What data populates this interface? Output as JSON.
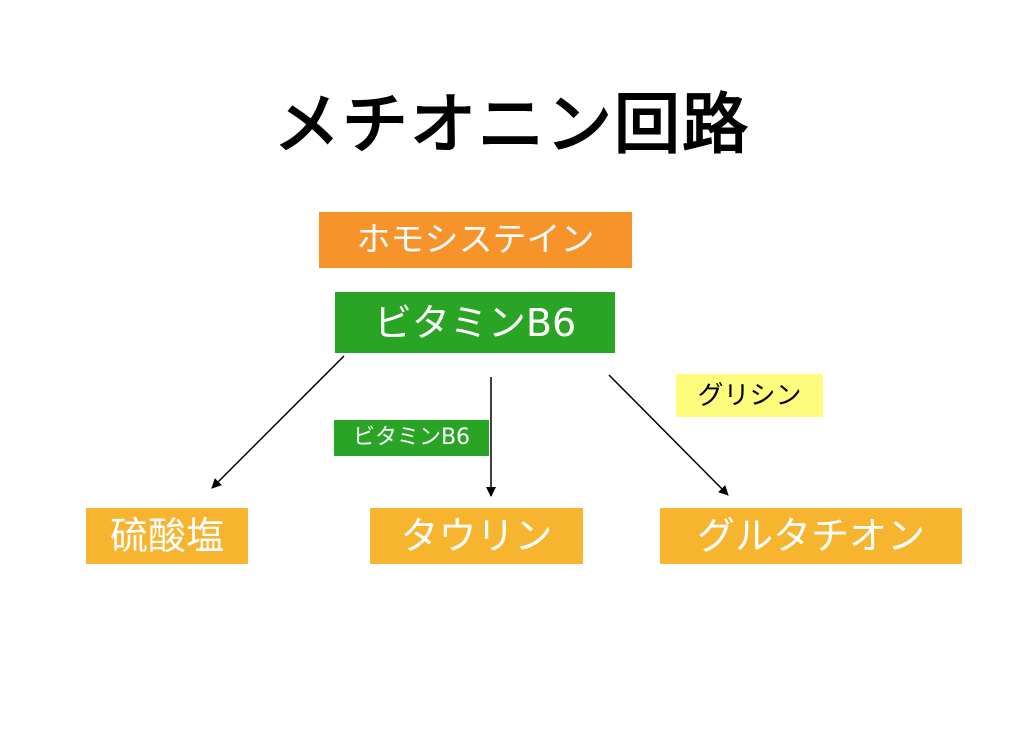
{
  "title": "メチオニン回路",
  "nodes": {
    "homocysteine": "ホモシステイン",
    "vitamin_b6": "ビタミンB6",
    "glycine": "グリシン",
    "vitamin_b6_small": "ビタミンB6",
    "sulfate": "硫酸塩",
    "taurine": "タウリン",
    "glutathione": "グルタチオン"
  },
  "colors": {
    "homocysteine": "#f7932b",
    "vitamin_b6": "#2aa424",
    "glycine": "#fdfc7c",
    "products": "#f7b42f",
    "arrow": "#000000"
  }
}
